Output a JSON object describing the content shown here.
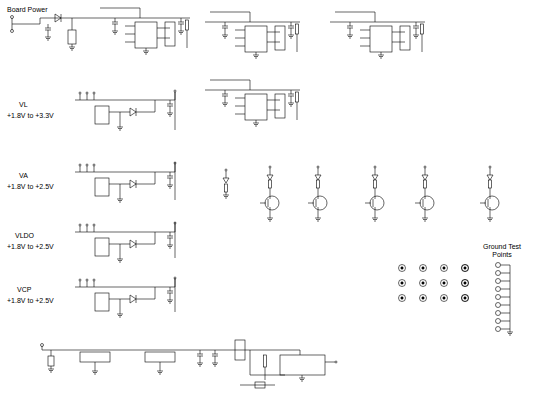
{
  "diagram": {
    "labels": [
      "Board Power",
      "VL",
      "+1.8V to +3.3V",
      "VA",
      "+1.8V to +2.5V",
      "VLDO",
      "+1.8V to +2.5V",
      "VCP",
      "+1.8V to +2.5V",
      "Ground Test Points"
    ]
  }
}
